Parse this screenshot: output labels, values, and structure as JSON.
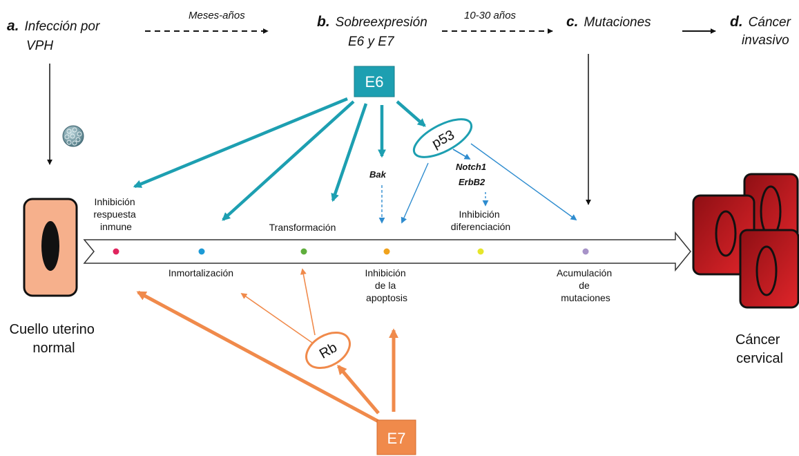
{
  "stages": {
    "a": {
      "letter": "a.",
      "line1": "Infección por",
      "line2": "VPH"
    },
    "b": {
      "letter": "b.",
      "line1": "Sobreexpresión",
      "line2": "E6 y E7"
    },
    "c": {
      "letter": "c.",
      "line1": "Mutaciones"
    },
    "d": {
      "letter": "d.",
      "line1": "Cáncer",
      "line2": "invasivo"
    }
  },
  "time_labels": {
    "ab": "Meses-años",
    "bc": "10-30 años"
  },
  "proteins": {
    "e6": "E6",
    "e7": "E7",
    "p53": "p53",
    "rb": "Rb",
    "bak": "Bak",
    "notch1": "Notch1",
    "erbb2": "ErbB2"
  },
  "events": {
    "immune": [
      "Inhibición",
      "respuesta",
      "inmune"
    ],
    "immortal": [
      "Inmortalización"
    ],
    "transform": [
      "Transformación"
    ],
    "apoptosis": [
      "Inhibición",
      "de la",
      "apoptosis"
    ],
    "differentiation": [
      "Inhibición",
      "diferenciación"
    ],
    "accumulation": [
      "Acumulación",
      "de",
      "mutaciones"
    ]
  },
  "captions": {
    "normal": [
      "Cuello uterino",
      "normal"
    ],
    "cancer": [
      "Cáncer",
      "cervical"
    ]
  },
  "colors": {
    "e6_teal": "#1d9fb1",
    "p53_blue": "#2e8ccf",
    "e7_orange": "#f08a4b",
    "normal_cell": "#f6b08c",
    "cancer_cell": "#c0141c"
  },
  "timeline_dots": [
    {
      "id": "immune",
      "color": "#e0245e"
    },
    {
      "id": "immortal",
      "color": "#1c9ad6"
    },
    {
      "id": "transform",
      "color": "#5fae3c"
    },
    {
      "id": "apoptosis",
      "color": "#f0a21c"
    },
    {
      "id": "differentiation",
      "color": "#e6e62a"
    },
    {
      "id": "accumulation",
      "color": "#a793c8"
    }
  ]
}
